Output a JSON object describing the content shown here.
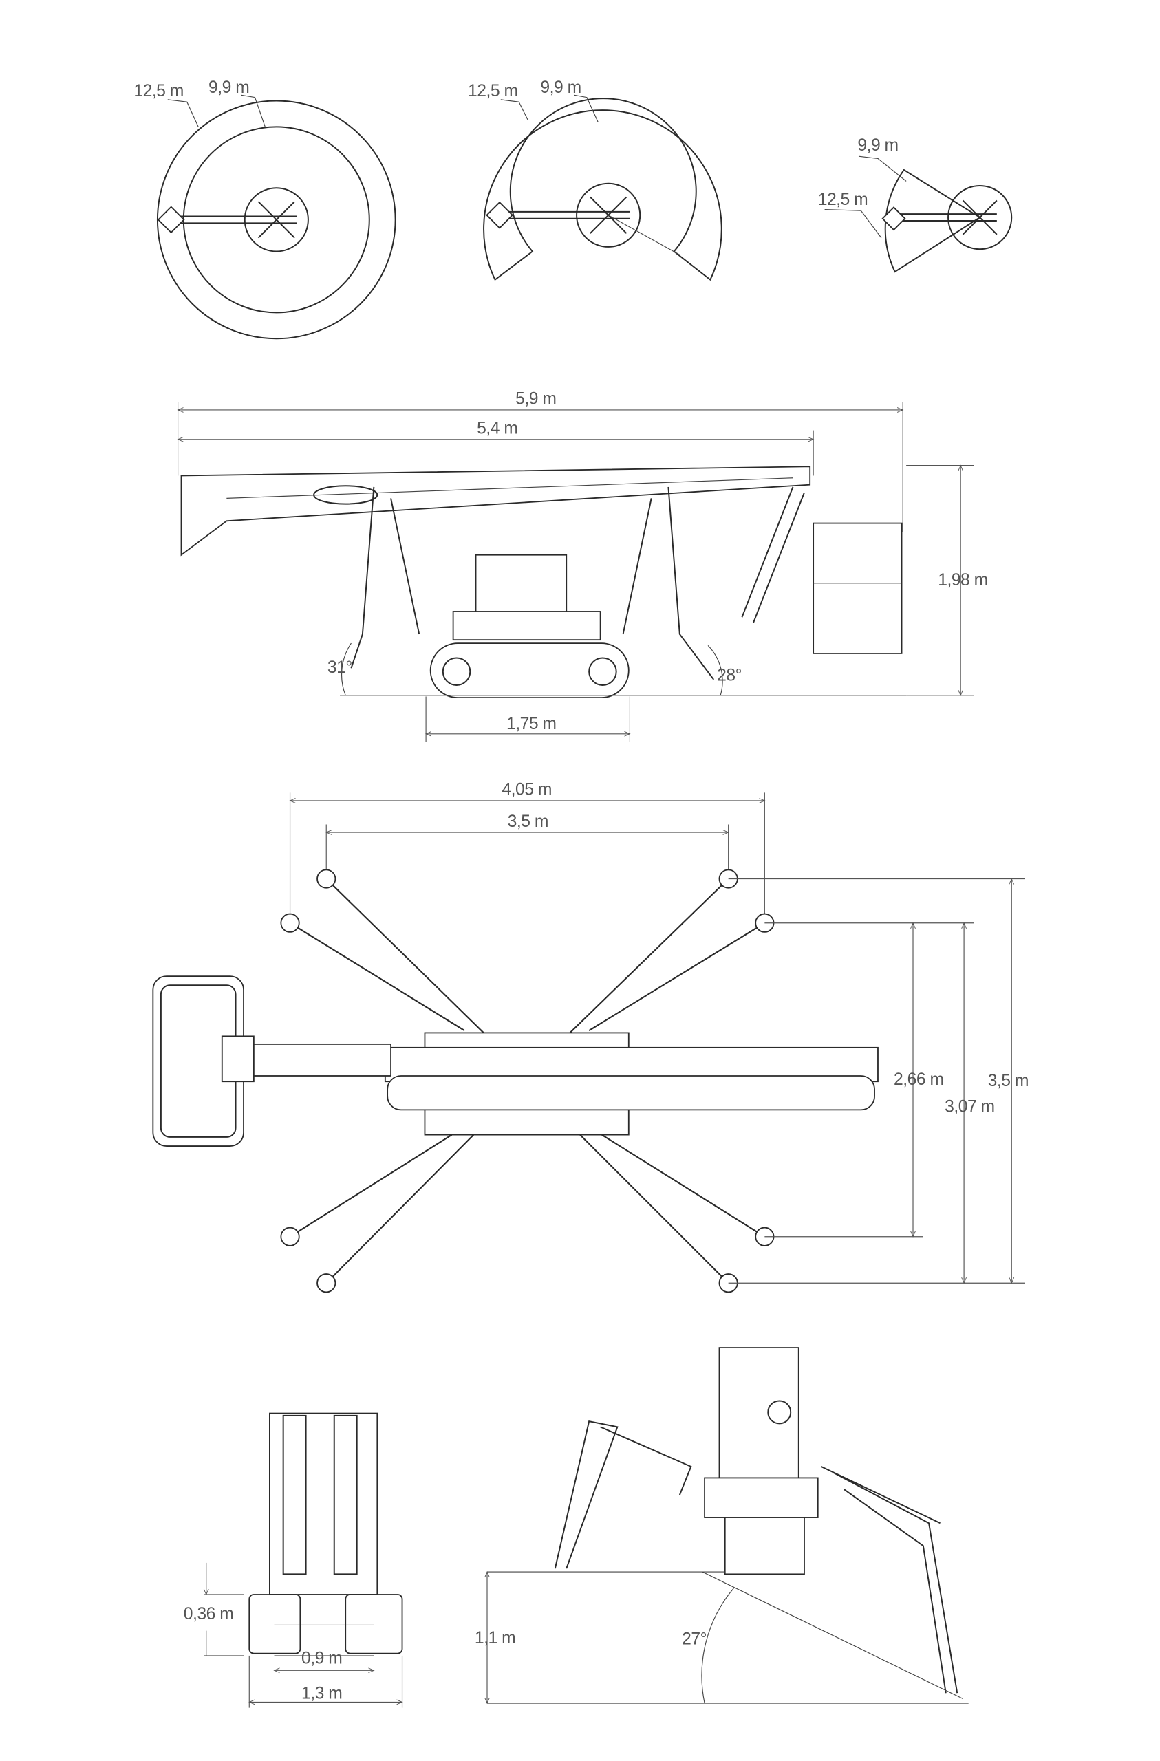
{
  "title": "Spider lift dimension drawing",
  "working_range": {
    "full_rotation": {
      "outer": "12,5 m",
      "inner": "9,9 m"
    },
    "partial_rotation": {
      "outer": "12,5 m",
      "inner": "9,9 m"
    },
    "narrow_sector": {
      "inner": "9,9 m",
      "outer": "12,5 m"
    }
  },
  "side_view": {
    "overall_length": "5,9 m",
    "length_without_basket": "5,4 m",
    "height": "1,98 m",
    "angle_front": "31°",
    "angle_rear": "28°",
    "track_length": "1,75 m"
  },
  "top_view": {
    "outrigger_span_outer": "4,05 m",
    "outrigger_span_inner": "3,5 m",
    "width_outer": "3,5 m",
    "width_inner_a": "2,66 m",
    "width_inner_b": "3,07 m"
  },
  "front_view": {
    "ground_clearance": "0,36 m",
    "track_width": "0,9 m",
    "overall_width": "1,3 m"
  },
  "slope_view": {
    "height": "1,1 m",
    "angle": "27°"
  }
}
